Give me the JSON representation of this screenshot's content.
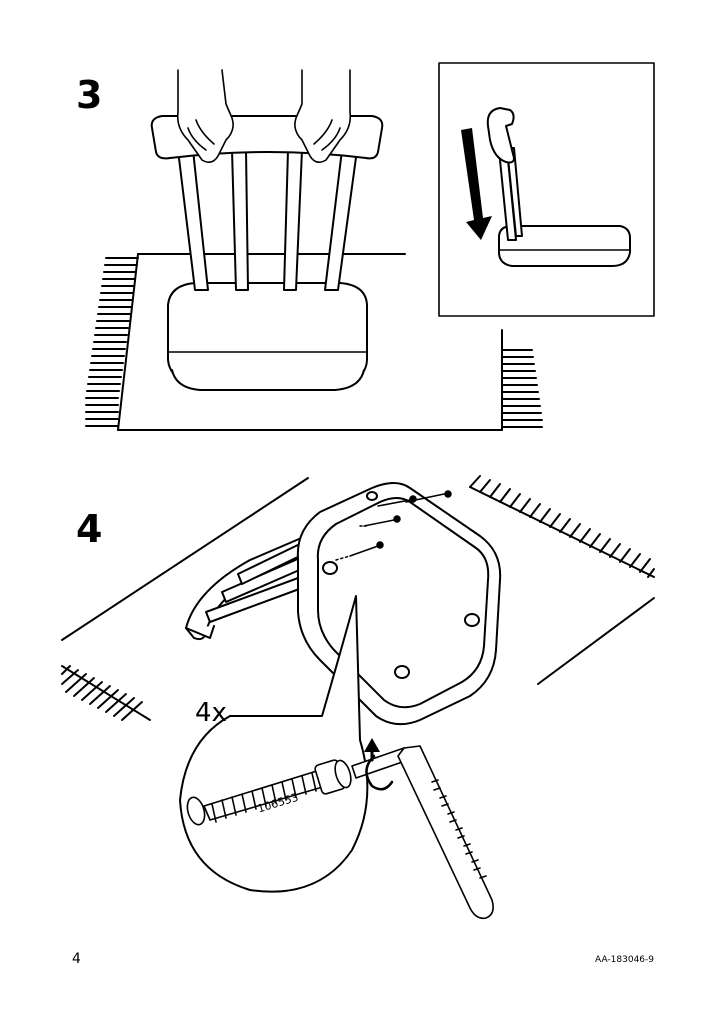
{
  "step3": {
    "number": "3"
  },
  "step4": {
    "number": "4",
    "quantity": "4x",
    "part_number": "106553"
  },
  "footer": {
    "page_number": "4",
    "document_code": "AA-183046-9"
  }
}
